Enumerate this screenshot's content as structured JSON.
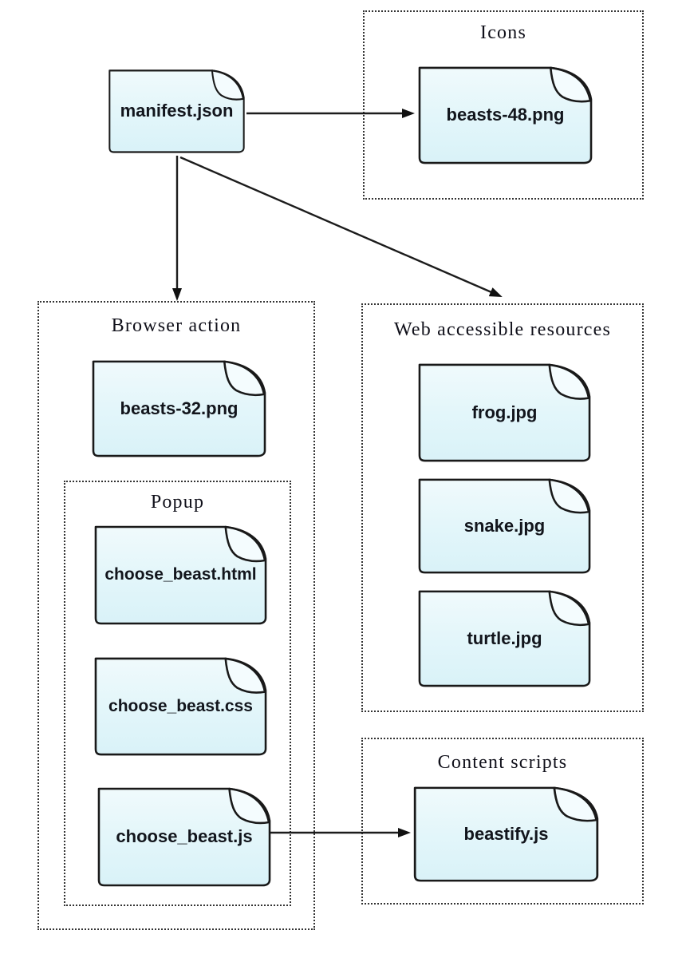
{
  "root_file": {
    "label": "manifest.json",
    "icon": "document-icon"
  },
  "groups": {
    "icons": {
      "title": "Icons",
      "files": [
        {
          "label": "beasts-48.png",
          "icon": "document-icon"
        }
      ]
    },
    "browser_action": {
      "title": "Browser action",
      "files": [
        {
          "label": "beasts-32.png",
          "icon": "document-icon"
        }
      ],
      "popup": {
        "title": "Popup",
        "files": [
          {
            "label": "choose_beast.html",
            "icon": "document-icon"
          },
          {
            "label": "choose_beast.css",
            "icon": "document-icon"
          },
          {
            "label": "choose_beast.js",
            "icon": "document-icon"
          }
        ]
      }
    },
    "web_accessible_resources": {
      "title": "Web accessible resources",
      "files": [
        {
          "label": "frog.jpg",
          "icon": "document-icon"
        },
        {
          "label": "snake.jpg",
          "icon": "document-icon"
        },
        {
          "label": "turtle.jpg",
          "icon": "document-icon"
        }
      ]
    },
    "content_scripts": {
      "title": "Content scripts",
      "files": [
        {
          "label": "beastify.js",
          "icon": "document-icon"
        }
      ]
    }
  },
  "edges": [
    {
      "from": "manifest.json",
      "to": "beasts-48.png",
      "target_group": "Icons"
    },
    {
      "from": "manifest.json",
      "to": "Browser action"
    },
    {
      "from": "manifest.json",
      "to": "Web accessible resources"
    },
    {
      "from": "choose_beast.js",
      "to": "beastify.js",
      "target_group": "Content scripts"
    }
  ],
  "colors": {
    "background": "#ffffff",
    "file_fill_top": "#f0fafc",
    "file_fill_bottom": "#d9f2f8",
    "file_border": "#191919",
    "box_border": "#333333",
    "title_color": "#10101a",
    "label_color": "#12151c",
    "arrow_color": "#1c1c1c"
  }
}
